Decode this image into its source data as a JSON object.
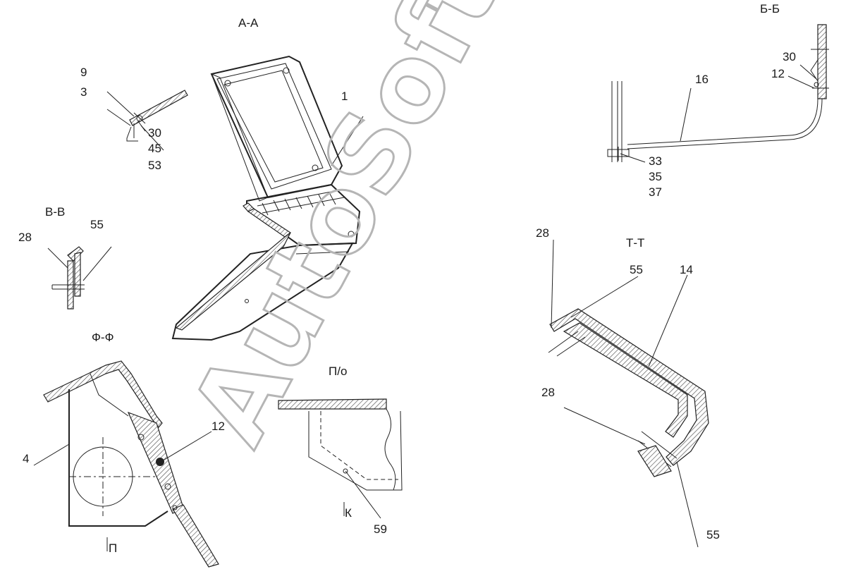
{
  "sections": {
    "aa": "А-А",
    "bb": "Б-Б",
    "vv": "В-В",
    "ff": "Ф-Ф",
    "tt": "Т-Т",
    "po": "П/о",
    "k": "К",
    "p": "П"
  },
  "callouts": {
    "c9": "9",
    "c3": "3",
    "c30a": "30",
    "c45": "45",
    "c53": "53",
    "c1": "1",
    "c16": "16",
    "c30b": "30",
    "c12a": "12",
    "c33": "33",
    "c35": "35",
    "c37": "37",
    "c28a": "28",
    "c55a": "55",
    "c28b": "28",
    "c55b": "55",
    "c14": "14",
    "c28c": "28",
    "c55c": "55",
    "c4": "4",
    "c12b": "12",
    "c59": "59"
  },
  "watermark": "AutoSoft"
}
